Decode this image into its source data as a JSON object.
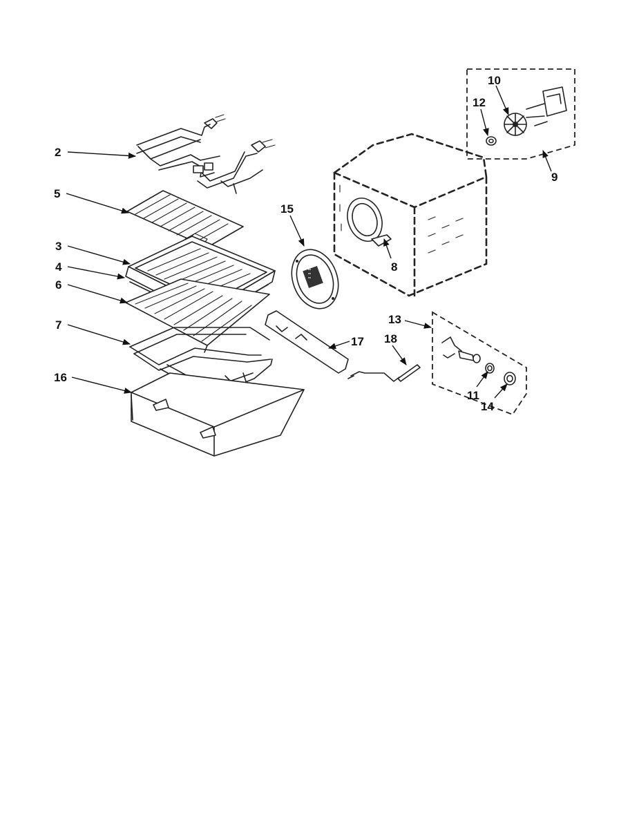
{
  "callouts": {
    "p2": "2",
    "p3": "3",
    "p4": "4",
    "p5": "5",
    "p6": "6",
    "p7": "7",
    "p8": "8",
    "p9": "9",
    "p10": "10",
    "p11": "11",
    "p12": "12",
    "p13": "13",
    "p14": "14",
    "p15": "15",
    "p16": "16",
    "p17": "17",
    "p18": "18"
  }
}
